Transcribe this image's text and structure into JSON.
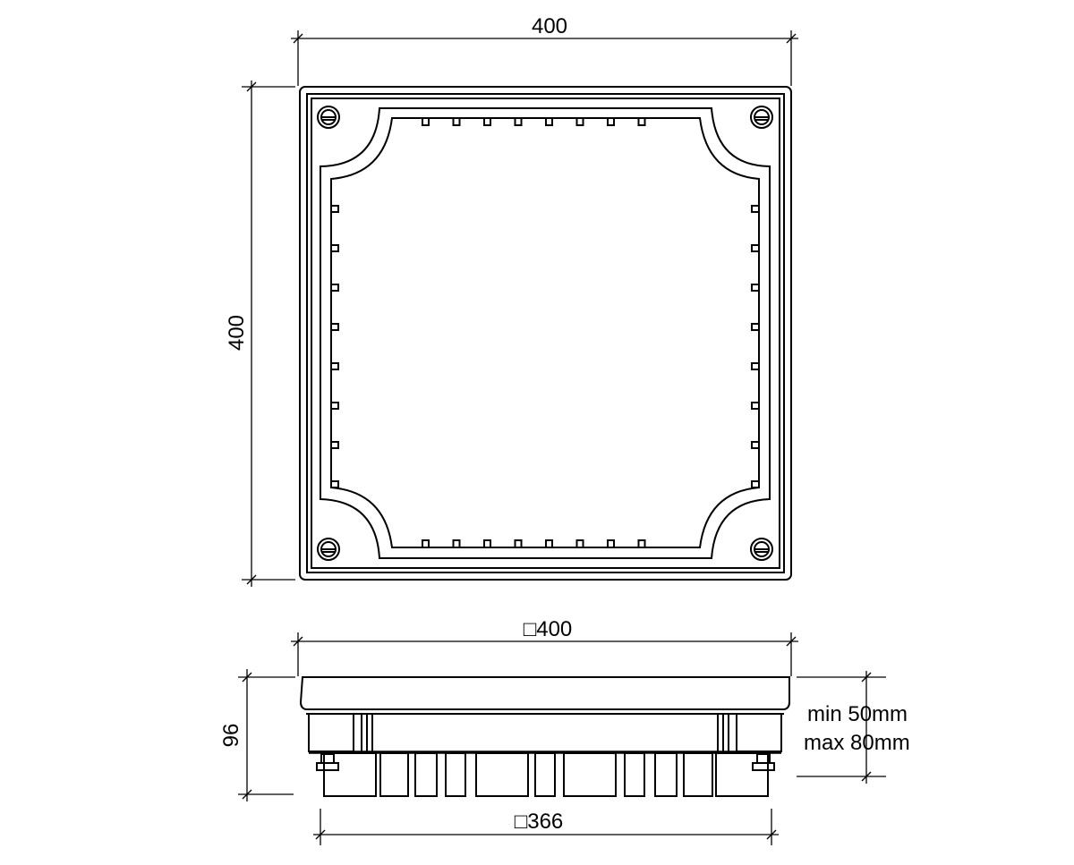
{
  "top_view": {
    "width_label": "400",
    "height_label": "400",
    "teeth_per_side": 8,
    "screws": 4
  },
  "side_view": {
    "outer_label": "□400",
    "base_label": "□366",
    "height_label": "96",
    "adjust_min": "min 50mm",
    "adjust_max": "max 80mm"
  },
  "colors": {
    "line": "#000000",
    "background": "#ffffff"
  }
}
